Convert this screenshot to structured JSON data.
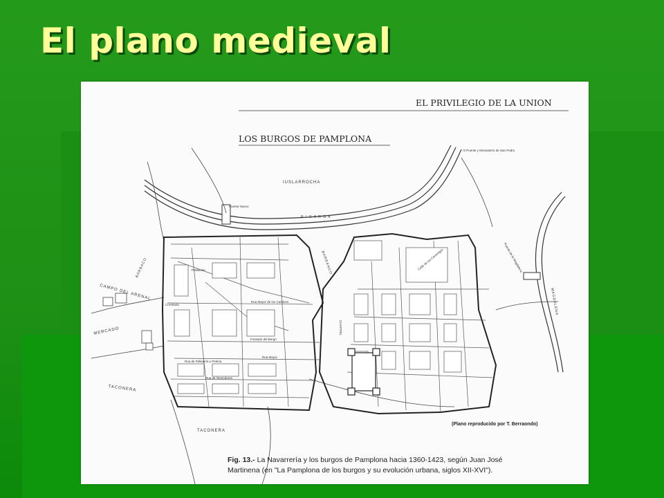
{
  "slide": {
    "title": "El plano medieval"
  },
  "document": {
    "header_right": "EL PRIVILEGIO DE LA UNION",
    "map_title": "LOS BURGOS DE PAMPLONA",
    "credit": "(Plano reproducido por T. Berraondo)",
    "caption_label": "Fig. 13.-",
    "caption_line1": "La Navarrería y los burgos de Pamplona hacia 1360-1423, según Juan José",
    "caption_line2": "Martinena (en \"La Pamplona de los burgos y su evolución urbana, siglos XII-XVI\").",
    "map_labels": {
      "iuslarrocha": "IUSLARROCHA",
      "rio_arga": "R I O     A R G A",
      "puente_nuevo": "Puente Nuevo",
      "san_pedro": "Al Puente y Monasterio de San Pedro",
      "campo_arenal": "CAMPO DEL ARENAL",
      "mercado": "MERCADO",
      "taconera_left": "TACONERA",
      "taconera_bottom": "TACONERA",
      "barbaco": "BARBACO",
      "barranco": "BARRANCO",
      "chapitel": "CHAPITEL",
      "magdalena": "MAGDALENA",
      "fossado": "Fossado del Burgo",
      "rua_mayor_cambios": "Rua Mayor de los Cambios",
      "rua_mayor": "Rua Mayor",
      "correlaria": "Correlaria",
      "rua_tecendores": "Rua de Tecendores",
      "rua_pellejeria": "Rua de Pellejería y Peleria",
      "poblacion": "Poblacion",
      "puente_magdalena": "Puente de la Magdalena",
      "camino_canonigos": "Calle de los Canonigos"
    }
  }
}
